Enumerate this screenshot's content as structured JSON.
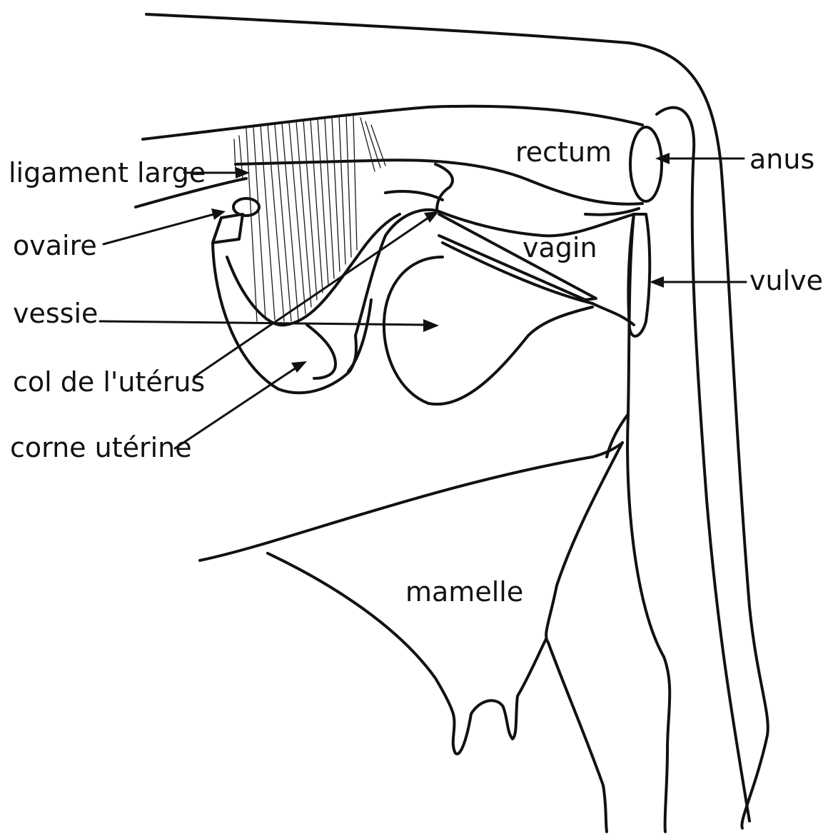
{
  "labels": {
    "ligament_large": "ligament large",
    "ovaire": "ovaire",
    "vessie": "vessie",
    "col_uterus": "col de l'utérus",
    "corne_uterine": "corne utérine",
    "rectum": "rectum",
    "vagin": "vagin",
    "anus": "anus",
    "vulve": "vulve",
    "mamelle": "mamelle"
  },
  "colors": {
    "line": "#111111",
    "background": "#ffffff"
  }
}
